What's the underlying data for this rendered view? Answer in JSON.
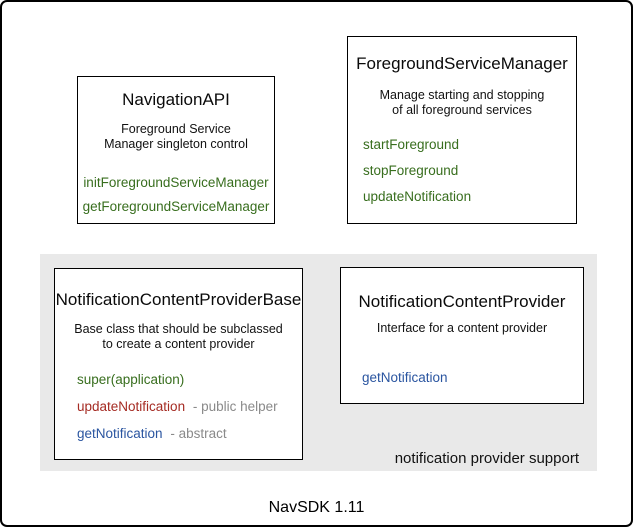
{
  "colors": {
    "accent_green": "#386e1e",
    "accent_red": "#a52b23",
    "accent_blue": "#2a55a0",
    "muted_gray": "#8a8a8a",
    "panel_bg": "#e9e9e9",
    "border_black": "#000000"
  },
  "boxes": {
    "navigation_api": {
      "title": "NavigationAPI",
      "description": [
        "Foreground Service",
        "Manager singleton control"
      ],
      "methods": [
        "initForegroundServiceManager",
        "getForegroundServiceManager"
      ]
    },
    "foreground_service_manager": {
      "title": "ForegroundServiceManager",
      "description": [
        "Manage starting and stopping",
        "of all foreground services"
      ],
      "methods": [
        "startForeground",
        "stopForeground",
        "updateNotification"
      ]
    },
    "notification_content_provider_base": {
      "title": "NotificationContentProviderBase",
      "description": [
        "Base class that should be subclassed",
        "to create a content provider"
      ],
      "methods": [
        {
          "name": "super(application)",
          "suffix": ""
        },
        {
          "name": "updateNotification",
          "suffix": "- public helper"
        },
        {
          "name": "getNotification",
          "suffix": "- abstract"
        }
      ]
    },
    "notification_content_provider": {
      "title": "NotificationContentProvider",
      "description": [
        "Interface for a content provider"
      ],
      "methods": [
        "getNotification"
      ]
    }
  },
  "panel": {
    "label": "notification provider support"
  },
  "footer": {
    "label": "NavSDK 1.11"
  }
}
